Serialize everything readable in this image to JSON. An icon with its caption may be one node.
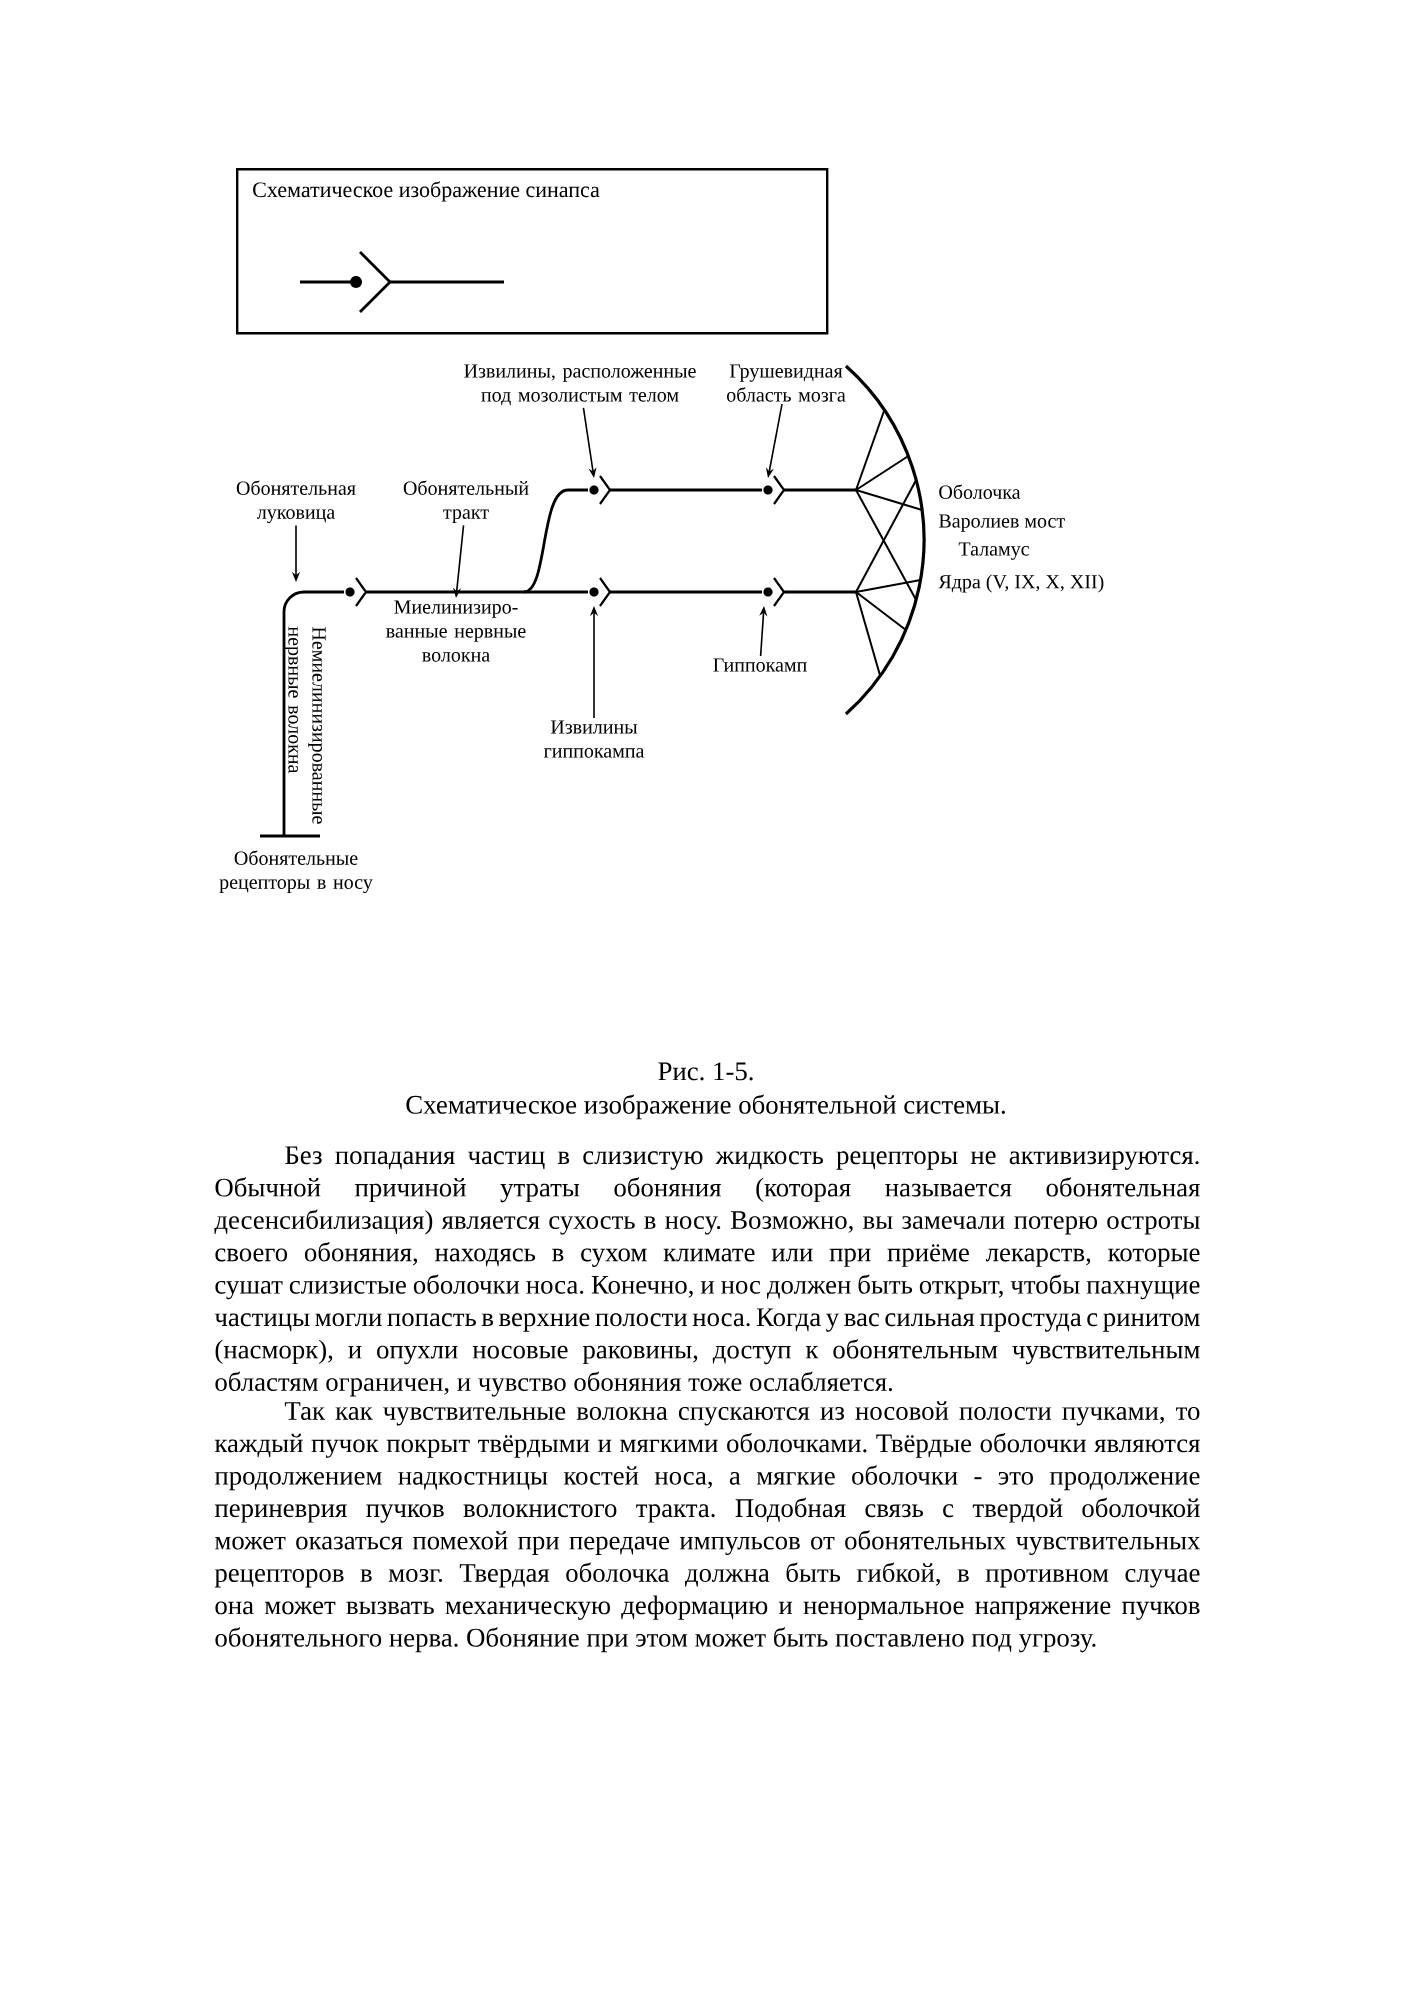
{
  "diagram": {
    "caption": "Схематическое изображение обонятельной системы.",
    "nodes": [
      {
        "text": [
          "Схематическое изображение синапса"
        ]
      },
      {
        "text": [
          "Извилины, расположенные под мозолистым телом"
        ]
      },
      {
        "text": [
          "Грушевидная область мозга"
        ]
      },
      {
        "text": [
          "Обонятельная луковица"
        ]
      },
      {
        "text": [
          "Обонятельный тракт"
        ]
      },
      {
        "text": [
          "Миелинизиро-ванные нервные волокна"
        ]
      },
      {
        "text": [
          "Гиппокамп"
        ]
      },
      {
        "text": [
          "Извилины гиппокампа"
        ]
      }
    ],
    "edges": [
      {
        "from": 1,
        "to": null,
        "arrow": "to"
      },
      {
        "from": 2,
        "to": null,
        "arrow": "to"
      },
      {
        "from": 3,
        "to": null,
        "arrow": "to"
      },
      {
        "from": 4,
        "to": 5,
        "arrow": "to"
      },
      {
        "from": 6,
        "to": null,
        "arrow": "to"
      },
      {
        "from": 7,
        "to": null,
        "arrow": "to"
      }
    ],
    "labels": [
      "Оболочка",
      "Варолиев мост",
      "Таламус",
      "Ядра (V, IX, X, XII)",
      "Немиелинизированные нервные волокна",
      "Обонятельные рецепторы в носу",
      "Рис. 1-5.",
      "Без попадания частиц в слизистую жидкость рецепторы не активизируются. Обычной причиной утраты обоняния (которая называется обонятельная десенсибилизация) является сухость в носу. Возможно, вы замечали потерю остроты своего обоняния, находясь в сухом климате или при приёме лекарств, которые сушат слизистые оболочки носа. Конечно, и нос должен быть открыт, чтобы пахнущие частицы могли попасть в верхние полости носа. Когда у вас сильная простуда с ринитом (насморк), и опухли носовые раковины, доступ к обонятельным чувствительным областям ограничен, и чувство обоняния тоже ослабляется.",
      "Так как чувствительные волокна спускаются из носовой полости пучками, то каждый пучок покрыт твёрдыми и мягкими оболочками. Твёрдые оболочки являются продолжением надкостницы костей носа, а мягкие оболочки - это продолжение периневрия пучков волокнистого тракта. Подобная связь с твердой оболочкой может оказаться помехой при передаче импульсов от обонятельных чувствительных рецепторов в мозг. Твердая оболочка должна быть гибкой, в противном случае она может вызвать механическую деформацию и ненормальное напряжение пучков обонятельного нерва. Обоняние при этом может быть поставлено под угрозу."
    ]
  }
}
